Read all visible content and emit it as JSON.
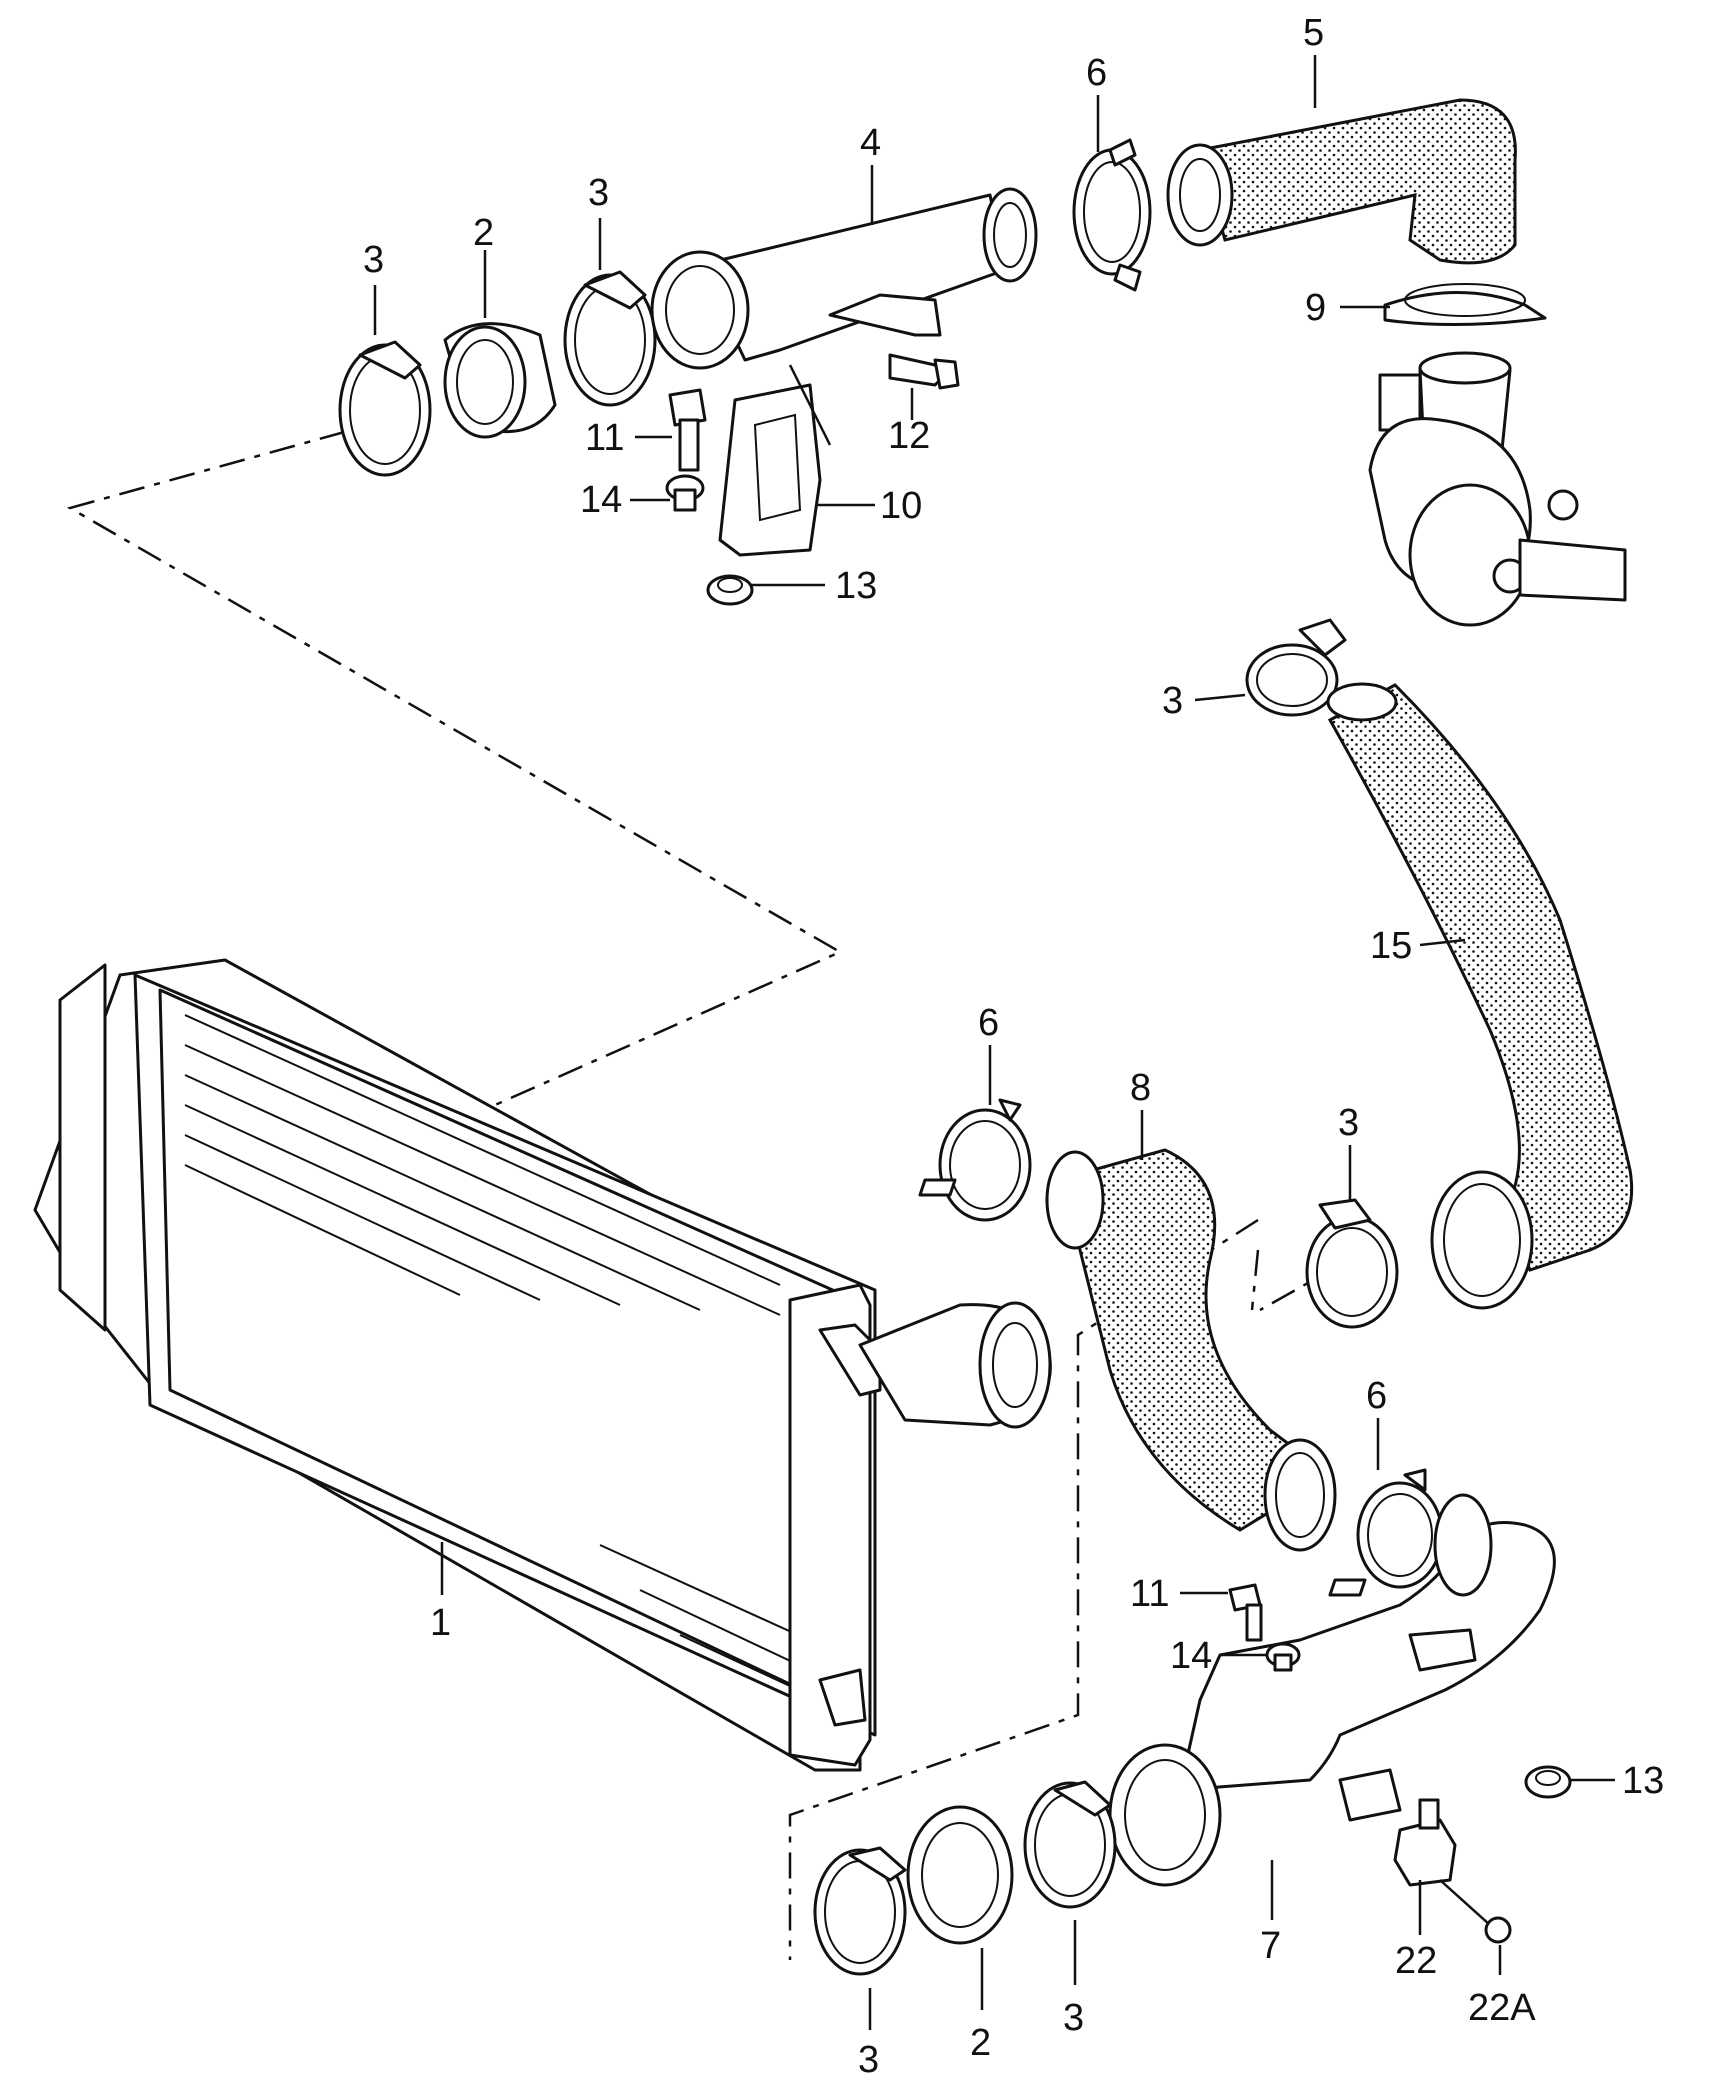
{
  "callouts": {
    "c1": "1",
    "c2_top": "2",
    "c3_top_a": "3",
    "c3_top_b": "3",
    "c4": "4",
    "c5": "5",
    "c6_top": "6",
    "c9": "9",
    "c10": "10",
    "c11_top": "11",
    "c12": "12",
    "c13_top": "13",
    "c14_top": "14",
    "c3_right": "3",
    "c15": "15",
    "c6_mid": "6",
    "c8": "8",
    "c3_mid": "3",
    "c6_low": "6",
    "c11_low": "11",
    "c14_low": "14",
    "c13_low": "13",
    "c7": "7",
    "c22": "22",
    "c22a": "22A",
    "c3_bot_a": "3",
    "c2_bot": "2",
    "c3_bot_b": "3"
  },
  "colors": {
    "line": "#111111",
    "background": "#ffffff"
  }
}
